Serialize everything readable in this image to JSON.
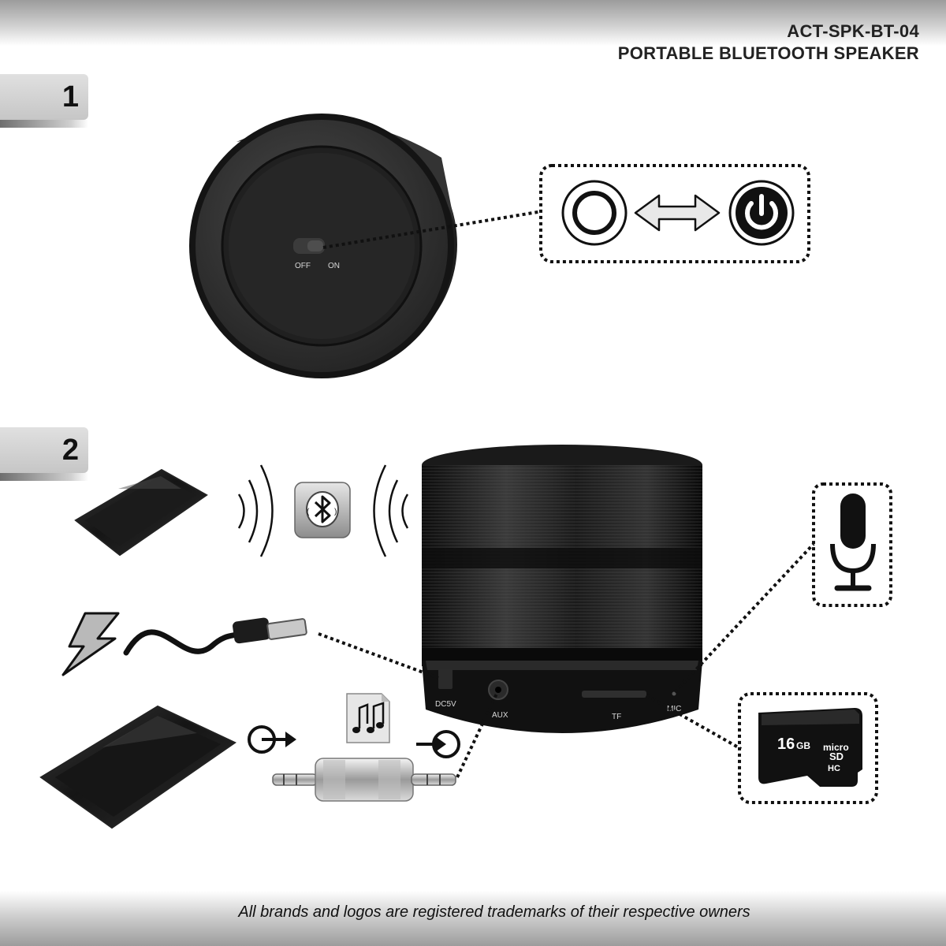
{
  "header": {
    "model_code": "ACT-SPK-BT-04",
    "product_name": "PORTABLE BLUETOOTH SPEAKER"
  },
  "steps": [
    {
      "number": "1"
    },
    {
      "number": "2"
    }
  ],
  "speaker_bottom": {
    "switch_label_left": "OFF",
    "switch_label_right": "ON"
  },
  "speaker_ports": {
    "dc": "DC5V",
    "aux": "AUX",
    "tf": "TF",
    "mic": "MIC"
  },
  "sd_card": {
    "capacity": "16",
    "capacity_unit": "GB",
    "brand_top": "micro",
    "brand_bottom": "SD",
    "brand_class": "HC"
  },
  "icons": {
    "power_toggle": [
      "power-off-circle-icon",
      "double-arrow-icon",
      "power-on-icon"
    ],
    "bluetooth": "bluetooth-icon",
    "music": "music-note-icon",
    "microphone": "microphone-icon",
    "charge": "lightning-icon",
    "input": "input-arrow-icon",
    "output": "output-arrow-icon"
  },
  "footer": {
    "disclaimer": "All brands and logos are registered trademarks of their respective owners"
  }
}
